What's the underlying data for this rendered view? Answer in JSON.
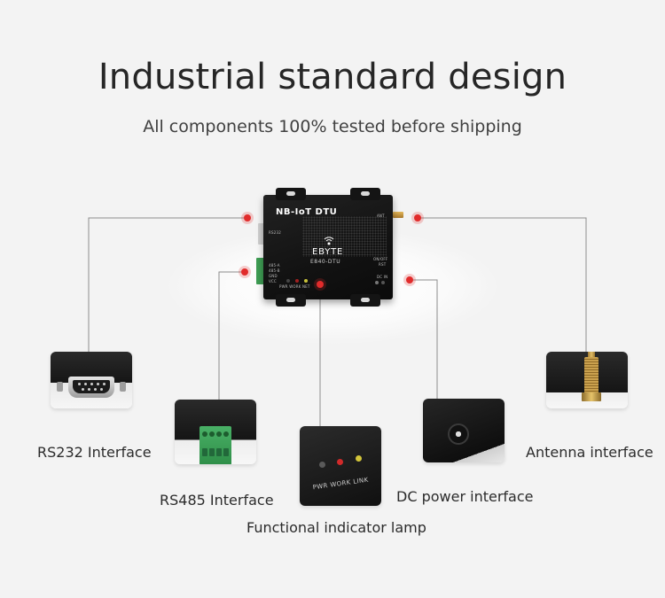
{
  "header": {
    "title": "Industrial standard design",
    "subtitle": "All components 100% tested before shipping"
  },
  "device": {
    "name": "NB-IoT DTU",
    "brand": "EBYTE",
    "model": "E840-DTU",
    "port_labels": [
      "RS232",
      "485-A",
      "485-B",
      "GND",
      "VCC"
    ],
    "ant_label": "ANT",
    "dc_label": "DC IN",
    "switch_label": "ON/OFF",
    "rst_label": "RST",
    "led_labels": "PWR WORK NET"
  },
  "callouts": [
    {
      "id": "rs232",
      "label": "RS232 Interface"
    },
    {
      "id": "rs485",
      "label": "RS485 Interface"
    },
    {
      "id": "indicator",
      "label": "Functional indicator lamp",
      "lamp_labels": "PWR WORK LINK"
    },
    {
      "id": "dc",
      "label": "DC power interface"
    },
    {
      "id": "antenna",
      "label": "Antenna interface"
    }
  ],
  "colors": {
    "marker": "#e12b2b",
    "line": "#8c8c8c",
    "terminal_green": "#3e9c53",
    "background": "#f3f3f3"
  }
}
